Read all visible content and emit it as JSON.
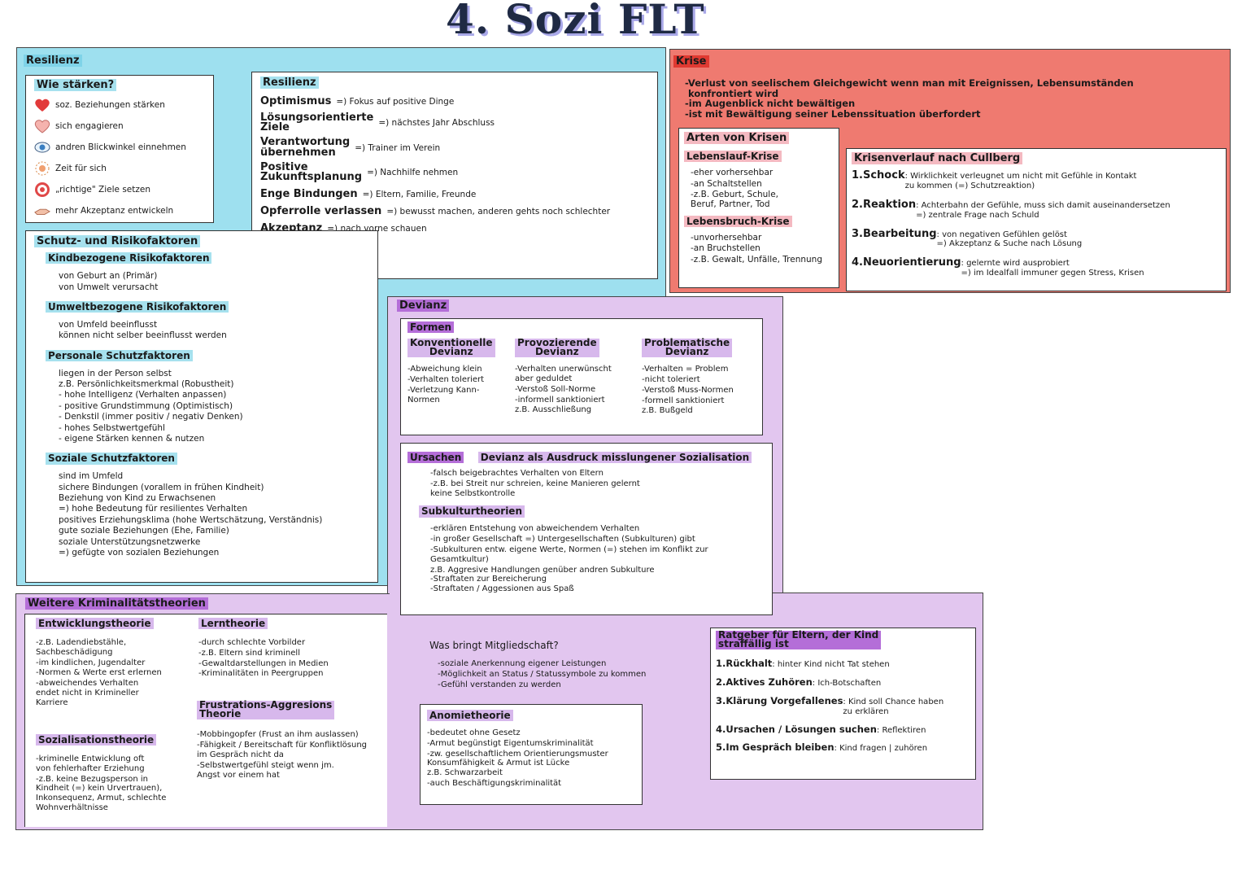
{
  "title": "4. Sozi FLT",
  "colors": {
    "resilienz": "#9ee0ef",
    "krise": "#ef7a70",
    "devianz": "#e2c6ef",
    "kriminal": "#e2c6ef"
  },
  "resilienz": {
    "heading": "Resilienz",
    "staerken": {
      "heading": "Wie stärken?",
      "items": [
        {
          "icon": "heart-icon",
          "text": "soz. Beziehungen stärken"
        },
        {
          "icon": "handshake-icon",
          "text": "sich engagieren"
        },
        {
          "icon": "eye-icon",
          "text": "andren Blickwinkel einnehmen"
        },
        {
          "icon": "sun-icon",
          "text": "Zeit für sich"
        },
        {
          "icon": "target-icon",
          "text": "„richtige\" Ziele setzen"
        },
        {
          "icon": "hand-icon",
          "text": "mehr Akzeptanz entwickeln"
        }
      ]
    },
    "eigenschaften": {
      "heading": "Resilienz",
      "items": [
        {
          "term": "Optimismus",
          "desc": "=) Fokus auf positive Dinge"
        },
        {
          "term": "Lösungsorientierte\nZiele",
          "desc": "=) nächstes Jahr Abschluss"
        },
        {
          "term": "Verantwortung\nübernehmen",
          "desc": "=) Trainer im Verein"
        },
        {
          "term": "Positive\nZukunftsplanung",
          "desc": "=) Nachhilfe nehmen"
        },
        {
          "term": "Enge Bindungen",
          "desc": "=) Eltern, Familie, Freunde"
        },
        {
          "term": "Opferrolle verlassen",
          "desc": "=) bewusst machen, anderen gehts noch schlechter"
        },
        {
          "term": "Akzeptanz",
          "desc": "=) nach vorne schauen"
        }
      ]
    },
    "schutz": {
      "heading": "Schutz- und Risikofaktoren",
      "kind_heading": "Kindbezogene Risikofaktoren",
      "kind_items": [
        "von Geburt an (Primär)",
        "von Umwelt verursacht"
      ],
      "umwelt_heading": "Umweltbezogene Risikofaktoren",
      "umwelt_items": [
        "von Umfeld beeinflusst",
        "können nicht selber beeinflusst werden"
      ],
      "personal_heading": "Personale Schutzfaktoren",
      "personal_items": [
        "liegen in der Person selbst",
        "z.B. Persönlichkeitsmerkmal (Robustheit)",
        "  - hohe Intelligenz (Verhalten anpassen)",
        "  - positive Grundstimmung (Optimistisch)",
        "  - Denkstil (immer positiv / negativ Denken)",
        "  - hohes Selbstwertgefühl",
        "  - eigene Stärken kennen & nutzen"
      ],
      "sozial_heading": "Soziale Schutzfaktoren",
      "sozial_items": [
        "sind im Umfeld",
        "sichere Bindungen (vorallem in frühen Kindheit)",
        "Beziehung von Kind zu Erwachsenen",
        "  =) hohe Bedeutung für resilientes Verhalten",
        "positives Erziehungsklima (hohe Wertschätzung, Verständnis)",
        "gute soziale Beziehungen (Ehe, Familie)",
        "soziale Unterstützungsnetzwerke",
        "  =) gefügte von sozialen Beziehungen"
      ]
    }
  },
  "krise": {
    "heading": "Krise",
    "definition": [
      "-Verlust von seelischem Gleichgewicht wenn man mit Ereignissen, Lebensumständen",
      " konfrontiert wird",
      "-im Augenblick nicht bewältigen",
      "-ist mit Bewältigung seiner Lebenssituation überfordert"
    ],
    "arten": {
      "heading": "Arten von Krisen",
      "lebenslauf_heading": "Lebenslauf-Krise",
      "lebenslauf_items": [
        "-eher vorhersehbar",
        "-an Schaltstellen",
        "-z.B. Geburt, Schule,\n Beruf, Partner, Tod"
      ],
      "lebensbruch_heading": "Lebensbruch-Krise",
      "lebensbruch_items": [
        "-unvorhersehbar",
        "-an Bruchstellen",
        "-z.B. Gewalt, Unfälle, Trennung"
      ]
    },
    "verlauf": {
      "heading": "Krisenverlauf nach Cullberg",
      "items": [
        {
          "term": "1.Schock",
          "desc": ": Wirklichkeit verleugnet um nicht mit Gefühle in Kontakt\n zu kommen (=) Schutzreaktion)"
        },
        {
          "term": "2.Reaktion",
          "desc": ": Achterbahn der Gefühle, muss sich damit auseinandersetzen\n =) zentrale Frage nach Schuld"
        },
        {
          "term": "3.Bearbeitung",
          "desc": ": von negativen Gefühlen gelöst\n =) Akzeptanz & Suche nach Lösung"
        },
        {
          "term": "4.Neuorientierung",
          "desc": ": gelernte wird ausprobiert\n =) im Idealfall immuner gegen Stress, Krisen"
        }
      ]
    }
  },
  "devianz": {
    "heading": "Devianz",
    "formen": {
      "heading": "Formen",
      "columns": [
        {
          "title": "Konventionelle\nDevianz",
          "items": [
            "-Abweichung klein",
            "-Verhalten toleriert",
            "-Verletzung Kann-\n Normen"
          ]
        },
        {
          "title": "Provozierende\nDevianz",
          "items": [
            "-Verhalten unerwünscht\n aber geduldet",
            "-Verstoß Soll-Norme",
            "-informell sanktioniert\n z.B. Ausschließung"
          ]
        },
        {
          "title": "Problematische\nDevianz",
          "items": [
            "-Verhalten = Problem",
            "-nicht toleriert",
            "-Verstoß Muss-Normen",
            "-formell sanktioniert\n z.B. Bußgeld"
          ]
        }
      ]
    },
    "ursachen": {
      "heading": "Ursachen",
      "sozialisation_heading": "Devianz als Ausdruck misslungener Sozialisation",
      "sozialisation_items": [
        "-falsch beigebrachtes Verhalten von Eltern",
        "-z.B. bei Streit nur schreien, keine Manieren gelernt\n keine Selbstkontrolle"
      ],
      "subkultur_heading": "Subkulturtheorien",
      "subkultur_items": [
        "-erklären Entstehung von abweichendem Verhalten",
        "-in großer Gesellschaft =) Untergesellschaften (Subkulturen) gibt",
        "-Subkulturen entw. eigene Werte, Normen (=) stehen im Konflikt zur\n Gesamtkultur)",
        "  z.B. Aggresive Handlungen genüber andren Subkulture\n   -Straftaten zur Bereicherung\n   -Straftaten / Aggessionen aus Spaß"
      ],
      "mitglied_heading": "Was bringt Mitgliedschaft?",
      "mitglied_items": [
        "-soziale Anerkennung eigener Leistungen",
        "-Möglichkeit an Status / Statussymbole zu kommen",
        "-Gefühl verstanden zu werden"
      ]
    }
  },
  "ratgeber": {
    "heading": "Ratgeber für Eltern, der Kind\nstraffällig ist",
    "items": [
      {
        "term": "1.Rückhalt",
        "desc": ": hinter Kind nicht Tat stehen"
      },
      {
        "term": "2.Aktives Zuhören",
        "desc": ": Ich-Botschaften"
      },
      {
        "term": "3.Klärung Vorgefallenes",
        "desc": ": Kind soll Chance haben\n zu erklären"
      },
      {
        "term": "4.Ursachen / Lösungen suchen",
        "desc": ": Reflektiren"
      },
      {
        "term": "5.Im Gespräch bleiben",
        "desc": ": Kind fragen | zuhören"
      }
    ]
  },
  "kriminal": {
    "heading": "Weitere Kriminalitätstheorien",
    "entwicklung": {
      "heading": "Entwicklungstheorie",
      "items": [
        "-z.B. Ladendiebstähle,\n Sachbeschädigung",
        "-im kindlichen, Jugendalter",
        "-Normen & Werte erst erlernen",
        "-abweichendes Verhalten\n endet nicht in Krimineller\n Karriere"
      ]
    },
    "lern": {
      "heading": "Lerntheorie",
      "items": [
        "-durch schlechte Vorbilder",
        "-z.B. Eltern sind kriminell",
        "-Gewaltdarstellungen in Medien",
        "-Kriminalitäten in Peergruppen"
      ]
    },
    "sozialisation": {
      "heading": "Sozialisationstheorie",
      "items": [
        "-kriminelle Entwicklung oft\n von fehlerhafter Erziehung",
        "-z.B. keine Bezugsperson in\n Kindheit (=) kein Urvertrauen),\n Inkonsequenz, Armut, schlechte\n Wohnverhältnisse"
      ]
    },
    "frustration": {
      "heading": "Frustrations-Aggresions\nTheorie",
      "items": [
        "-Mobbingopfer (Frust an ihm auslassen)",
        "-Fähigkeit / Bereitschaft für Konfliktlösung\n im Gespräch nicht da",
        "  -Selbstwertgefühl steigt wenn jm.\n   Angst vor einem hat"
      ]
    },
    "anomie": {
      "heading": "Anomietheorie",
      "items": [
        "-bedeutet ohne Gesetz",
        "-Armut begünstigt Eigentumskriminalität",
        "-zw. gesellschaftlichem Orientierungsmuster\n Konsumfähigkeit & Armut ist Lücke\n  z.B. Schwarzarbeit",
        "-auch Beschäftigungskriminalität"
      ]
    }
  }
}
